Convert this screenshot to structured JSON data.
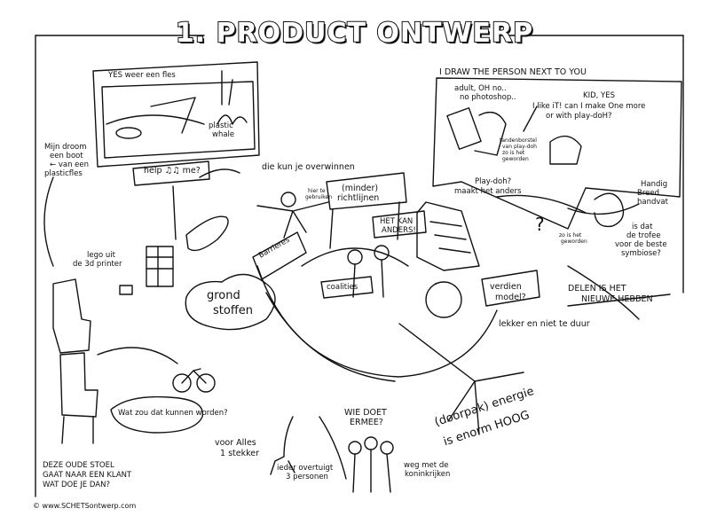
{
  "title": "1. PRODUCT ONTWERP",
  "top_left_panel": {
    "caption": "YES weer een fles",
    "whale_label": [
      "plastic",
      "whale"
    ],
    "sign": "help ♫♫ me?"
  },
  "dream_text": [
    "Mijn droom",
    "een boot",
    "← van een",
    "plasticfles"
  ],
  "top_right_panel": {
    "heading": "I DRAW THE PERSON NEXT TO YOU",
    "adult": [
      "adult, OH no..",
      "no photoshop.."
    ],
    "kid": [
      "KID, YES",
      "I like iT! can I make One more",
      "or with play-doH?"
    ],
    "toothbrush_note": [
      "tandenborstel",
      "van play-doh",
      "zo is het",
      "geworden"
    ]
  },
  "play_doh": [
    "Play-doh?",
    "maakt het anders"
  ],
  "so_is_it": [
    "zo is het",
    "geworden"
  ],
  "handig": [
    "Handig",
    "Breed",
    "handvat"
  ],
  "trophy_question": [
    "is dat",
    "de trofee",
    "voor de beste",
    "symbiose?"
  ],
  "question_mark": "?",
  "overcome": "die kun je overwinnen",
  "used_note": [
    "hier te",
    "gebruiken"
  ],
  "guidelines_sign": [
    "(minder)",
    "richtlijnen"
  ],
  "it_can_sign": [
    "HET KAN",
    "ANDERS!"
  ],
  "barriers": "Barrieres",
  "coalitions": "coalities",
  "lego_note": [
    "lego uit",
    "de 3d printer"
  ],
  "raw_materials": [
    "grond",
    "stoffen"
  ],
  "earn_model": [
    "verdien",
    "model?"
  ],
  "sharing": [
    "DELEN IS HET",
    "NIEUWE HEBBEN"
  ],
  "tasty_cheap": "lekker en niet te duur",
  "what_could": "Wat zou dat kunnen worden?",
  "who_joins": [
    "WIE DOET",
    "ERMEE?"
  ],
  "energy": [
    "(doorpak) energie",
    "is enorm HOOG"
  ],
  "one_plug": [
    "voor Alles",
    "1 stekker"
  ],
  "convince": [
    "ieder overtuigt",
    "3 personen"
  ],
  "kingdoms": [
    "weg met de",
    "koninkrijken"
  ],
  "old_chair": [
    "DEZE OUDE STOEL",
    "GAAT NAAR EEN KLANT",
    "WAT DOE JE DAN?"
  ],
  "copyright": "© www.SCHETSontwerp.com"
}
